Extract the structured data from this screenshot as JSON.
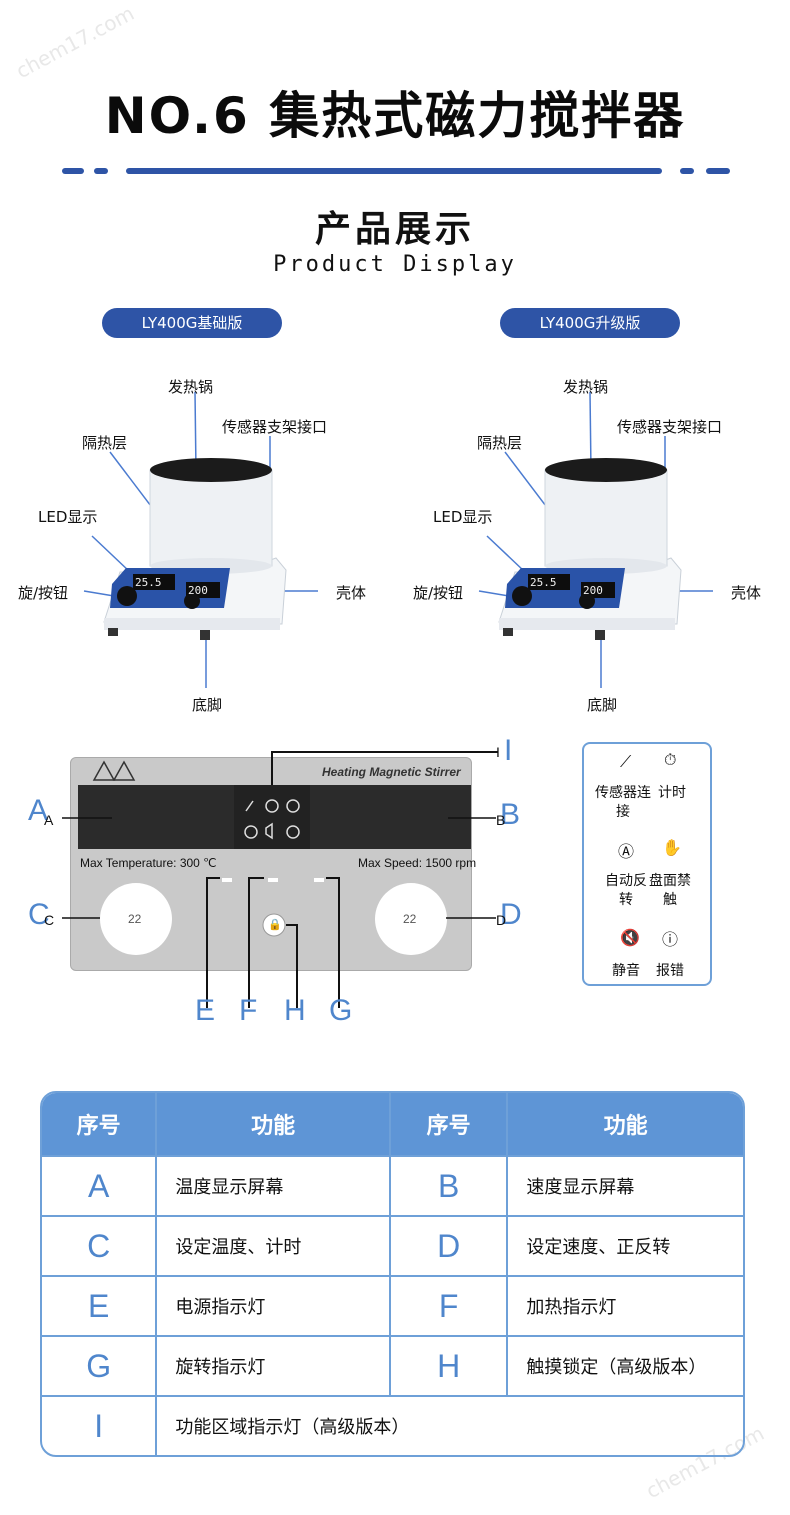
{
  "header": {
    "title": "NO.6 集热式磁力搅拌器",
    "section_cn": "产品展示",
    "section_en": "Product Display",
    "watermark": "chem17.com"
  },
  "products": {
    "left": {
      "model_label": "LY400G基础版",
      "callouts": {
        "pot": "发热锅",
        "insulation": "隔热层",
        "sensor_port": "传感器支架接口",
        "led": "LED显示",
        "knob": "旋/按钮",
        "housing": "壳体",
        "feet": "底脚"
      },
      "display_temp": "25.5",
      "display_speed": "200"
    },
    "right": {
      "model_label": "LY400G升级版",
      "callouts": {
        "pot": "发热锅",
        "insulation": "隔热层",
        "sensor_port": "传感器支架接口",
        "led": "LED显示",
        "knob": "旋/按钮",
        "housing": "壳体",
        "feet": "底脚"
      },
      "display_temp": "25.5",
      "display_speed": "200"
    }
  },
  "control_panel": {
    "brand_text": "Heating Magnetic Stirrer",
    "max_temp": "Max Temperature:  300 ℃",
    "max_speed": "Max Speed:  1500 rpm",
    "knob_left_value": "22",
    "knob_right_value": "22",
    "labels": {
      "A": "A",
      "B": "B",
      "C": "C",
      "D": "D",
      "E": "E",
      "F": "F",
      "G": "G",
      "H": "H",
      "I": "I"
    }
  },
  "legend": {
    "items": [
      {
        "icon": "sensor-icon",
        "text": "传感器连接"
      },
      {
        "icon": "timer-icon",
        "text": "计时"
      },
      {
        "icon": "auto-reverse-icon",
        "text": "自动反转"
      },
      {
        "icon": "touch-lock-icon",
        "text": "盘面禁触"
      },
      {
        "icon": "mute-icon",
        "text": "静音"
      },
      {
        "icon": "alarm-icon",
        "text": "报错"
      }
    ]
  },
  "spec_table": {
    "headers": [
      "序号",
      "功能",
      "序号",
      "功能"
    ],
    "rows": [
      [
        "A",
        "温度显示屏幕",
        "B",
        "速度显示屏幕"
      ],
      [
        "C",
        "设定温度、计时",
        "D",
        "设定速度、正反转"
      ],
      [
        "E",
        "电源指示灯",
        "F",
        "加热指示灯"
      ],
      [
        "G",
        "旋转指示灯",
        "H",
        "触摸锁定（高级版本）"
      ],
      [
        "I",
        "功能区域指示灯（高级版本）"
      ]
    ]
  },
  "colors": {
    "accent": "#2e54a6",
    "table_header": "#5e95d6",
    "letter": "#4f86cc"
  }
}
